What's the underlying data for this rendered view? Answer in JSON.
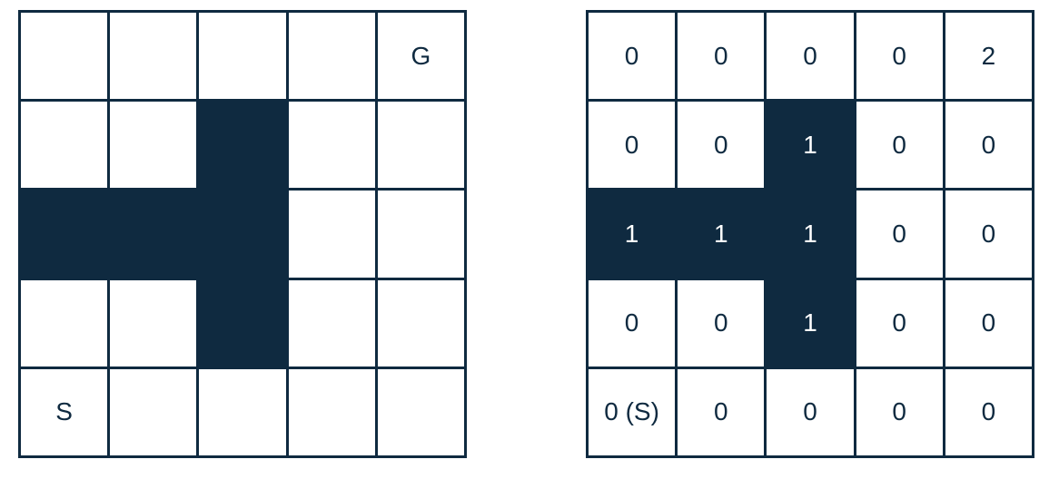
{
  "colors": {
    "wall": "#0f2a40",
    "free": "#ffffff",
    "line": "#0f2a40"
  },
  "left_grid": {
    "cells": [
      [
        "",
        "",
        "",
        "",
        "G"
      ],
      [
        "",
        "",
        "",
        "",
        ""
      ],
      [
        "",
        "",
        "",
        "",
        ""
      ],
      [
        "",
        "",
        "",
        "",
        ""
      ],
      [
        "S",
        "",
        "",
        "",
        ""
      ]
    ],
    "walls": [
      [
        0,
        0,
        0,
        0,
        0
      ],
      [
        0,
        0,
        1,
        0,
        0
      ],
      [
        1,
        1,
        1,
        0,
        0
      ],
      [
        0,
        0,
        1,
        0,
        0
      ],
      [
        0,
        0,
        0,
        0,
        0
      ]
    ]
  },
  "right_grid": {
    "cells": [
      [
        "0",
        "0",
        "0",
        "0",
        "2"
      ],
      [
        "0",
        "0",
        "1",
        "0",
        "0"
      ],
      [
        "1",
        "1",
        "1",
        "0",
        "0"
      ],
      [
        "0",
        "0",
        "1",
        "0",
        "0"
      ],
      [
        "0 (S)",
        "0",
        "0",
        "0",
        "0"
      ]
    ],
    "walls": [
      [
        0,
        0,
        0,
        0,
        0
      ],
      [
        0,
        0,
        1,
        0,
        0
      ],
      [
        1,
        1,
        1,
        0,
        0
      ],
      [
        0,
        0,
        1,
        0,
        0
      ],
      [
        0,
        0,
        0,
        0,
        0
      ]
    ]
  }
}
